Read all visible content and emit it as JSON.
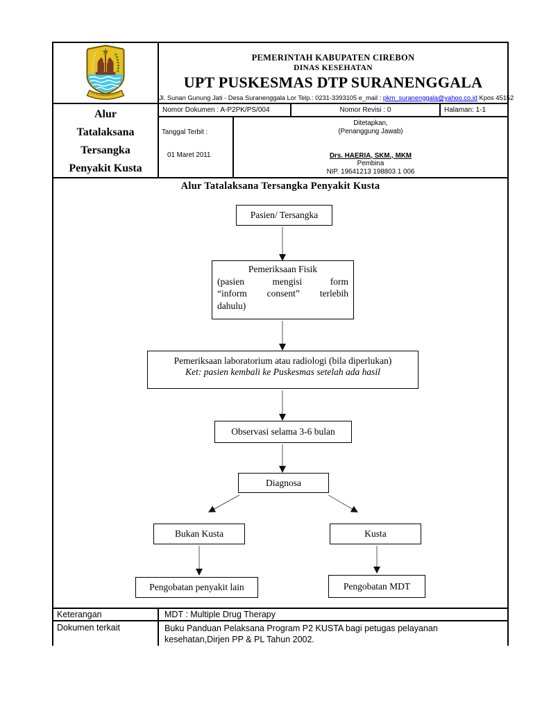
{
  "letterhead": {
    "logo": "cirebon-regency-emblem",
    "government": "PEMERINTAH KABUPATEN CIREBON",
    "department": "DINAS KESEHATAN",
    "facility": "UPT PUSKESMAS DTP SURANENGGALA",
    "address_pre": "Jl. Sunan Gunung Jati - Desa Suranenggala Lor Telp.: 0231-3393105   e_mail : ",
    "email": "pkm_suranenggala@yahoo.co.id",
    "address_post": "  Kpos  45152"
  },
  "side_title": {
    "lines": [
      "Alur",
      "Tatalaksana",
      "Tersangka",
      "Penyakit Kusta"
    ]
  },
  "control": {
    "nomor_dokumen": "Nomor Dokumen : A-P2PK/PS/004",
    "nomor_revisi": "Nomor Revisi : 0",
    "halaman": "Halaman: 1-1",
    "tanggal_terbit_label": "Tanggal Terbit :",
    "tanggal_terbit_value": "01 Maret 2011",
    "ditetapkan_line1": "Ditetapkan,",
    "ditetapkan_line2": "(Penanggung Jawab)",
    "signer_name": "Drs. HAERIA, SKM., MKM",
    "signer_rank": "Pembina",
    "signer_nip": "NIP. 19641213 198803 1 006"
  },
  "flowchart": {
    "title": "Alur Tatalaksana Tersangka Penyakit Kusta",
    "nodes": {
      "pasien": "Pasien/ Tersangka",
      "fisik_title": "Pemeriksaan Fisik",
      "fisik_lines": [
        "(pasien mengisi form",
        "“inform consent” terlebih",
        "dahulu)"
      ],
      "lab_line1": "Pemeriksaan laboratorium atau radiologi (bila diperlukan)",
      "lab_note": "Ket: pasien kembali ke Puskesmas setelah ada hasil",
      "observasi": "Observasi selama 3-6 bulan",
      "diagnosa": "Diagnosa",
      "bukan_kusta": "Bukan Kusta",
      "kusta": "Kusta",
      "pengobatan_lain": "Pengobatan penyakit lain",
      "pengobatan_mdt": "Pengobatan MDT"
    }
  },
  "footer": {
    "keterangan_label": "Keterangan",
    "keterangan_value": "MDT : Multiple Drug Therapy",
    "dokumen_label": "Dokumen terkait",
    "dokumen_value": "Buku Panduan Pelaksana Program P2 KUSTA bagi petugas pelayanan kesehatan,Dirjen PP & PL Tahun 2002."
  },
  "colors": {
    "email_link": "#0000ee",
    "border": "#000000",
    "arrow_line": "#555555",
    "arrow_head": "#111111",
    "logo_gold": "#e9c01f",
    "logo_gate": "#7b3b22",
    "logo_water": "#45c7e8",
    "logo_leaf": "#3a7d2c"
  }
}
